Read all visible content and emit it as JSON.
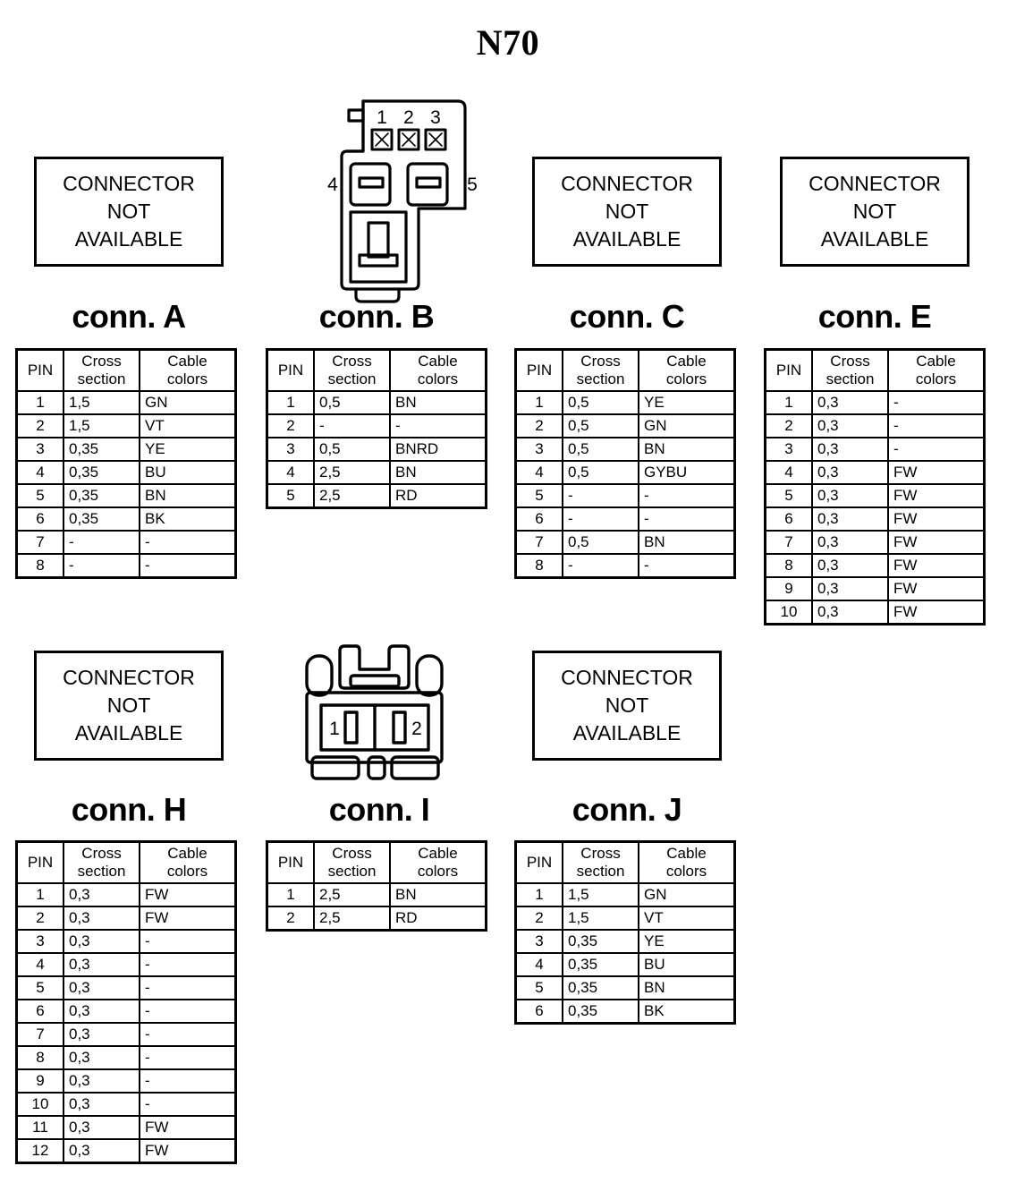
{
  "title": "N70",
  "not_available_text": {
    "line1": "CONNECTOR",
    "line2": "NOT",
    "line3": "AVAILABLE"
  },
  "table_headers": {
    "pin": "PIN",
    "cross": "Cross",
    "section": "section",
    "cable": "Cable",
    "colors": "colors"
  },
  "connectors": [
    {
      "id": "A",
      "caption": "conn. A",
      "image": "not-available",
      "rows": [
        {
          "pin": "1",
          "cross_section": "1,5",
          "cable_color": "GN"
        },
        {
          "pin": "2",
          "cross_section": "1,5",
          "cable_color": "VT"
        },
        {
          "pin": "3",
          "cross_section": "0,35",
          "cable_color": "YE"
        },
        {
          "pin": "4",
          "cross_section": "0,35",
          "cable_color": "BU"
        },
        {
          "pin": "5",
          "cross_section": "0,35",
          "cable_color": "BN"
        },
        {
          "pin": "6",
          "cross_section": "0,35",
          "cable_color": "BK"
        },
        {
          "pin": "7",
          "cross_section": "-",
          "cable_color": "-"
        },
        {
          "pin": "8",
          "cross_section": "-",
          "cable_color": "-"
        }
      ]
    },
    {
      "id": "B",
      "caption": "conn. B",
      "image": "connector-drawing",
      "drawing_pin_labels": [
        "1",
        "2",
        "3",
        "4",
        "5"
      ],
      "rows": [
        {
          "pin": "1",
          "cross_section": "0,5",
          "cable_color": "BN"
        },
        {
          "pin": "2",
          "cross_section": "-",
          "cable_color": "-"
        },
        {
          "pin": "3",
          "cross_section": "0,5",
          "cable_color": "BNRD"
        },
        {
          "pin": "4",
          "cross_section": "2,5",
          "cable_color": "BN"
        },
        {
          "pin": "5",
          "cross_section": "2,5",
          "cable_color": "RD"
        }
      ]
    },
    {
      "id": "C",
      "caption": "conn. C",
      "image": "not-available",
      "rows": [
        {
          "pin": "1",
          "cross_section": "0,5",
          "cable_color": "YE"
        },
        {
          "pin": "2",
          "cross_section": "0,5",
          "cable_color": "GN"
        },
        {
          "pin": "3",
          "cross_section": "0,5",
          "cable_color": "BN"
        },
        {
          "pin": "4",
          "cross_section": "0,5",
          "cable_color": "GYBU"
        },
        {
          "pin": "5",
          "cross_section": "-",
          "cable_color": "-"
        },
        {
          "pin": "6",
          "cross_section": "-",
          "cable_color": "-"
        },
        {
          "pin": "7",
          "cross_section": "0,5",
          "cable_color": "BN"
        },
        {
          "pin": "8",
          "cross_section": "-",
          "cable_color": "-"
        }
      ]
    },
    {
      "id": "E",
      "caption": "conn. E",
      "image": "not-available",
      "rows": [
        {
          "pin": "1",
          "cross_section": "0,3",
          "cable_color": "-"
        },
        {
          "pin": "2",
          "cross_section": "0,3",
          "cable_color": "-"
        },
        {
          "pin": "3",
          "cross_section": "0,3",
          "cable_color": "-"
        },
        {
          "pin": "4",
          "cross_section": "0,3",
          "cable_color": "FW"
        },
        {
          "pin": "5",
          "cross_section": "0,3",
          "cable_color": "FW"
        },
        {
          "pin": "6",
          "cross_section": "0,3",
          "cable_color": "FW"
        },
        {
          "pin": "7",
          "cross_section": "0,3",
          "cable_color": "FW"
        },
        {
          "pin": "8",
          "cross_section": "0,3",
          "cable_color": "FW"
        },
        {
          "pin": "9",
          "cross_section": "0,3",
          "cable_color": "FW"
        },
        {
          "pin": "10",
          "cross_section": "0,3",
          "cable_color": "FW"
        }
      ]
    },
    {
      "id": "H",
      "caption": "conn. H",
      "image": "not-available",
      "rows": [
        {
          "pin": "1",
          "cross_section": "0,3",
          "cable_color": "FW"
        },
        {
          "pin": "2",
          "cross_section": "0,3",
          "cable_color": "FW"
        },
        {
          "pin": "3",
          "cross_section": "0,3",
          "cable_color": "-"
        },
        {
          "pin": "4",
          "cross_section": "0,3",
          "cable_color": "-"
        },
        {
          "pin": "5",
          "cross_section": "0,3",
          "cable_color": "-"
        },
        {
          "pin": "6",
          "cross_section": "0,3",
          "cable_color": "-"
        },
        {
          "pin": "7",
          "cross_section": "0,3",
          "cable_color": "-"
        },
        {
          "pin": "8",
          "cross_section": "0,3",
          "cable_color": "-"
        },
        {
          "pin": "9",
          "cross_section": "0,3",
          "cable_color": "-"
        },
        {
          "pin": "10",
          "cross_section": "0,3",
          "cable_color": "-"
        },
        {
          "pin": "11",
          "cross_section": "0,3",
          "cable_color": "FW"
        },
        {
          "pin": "12",
          "cross_section": "0,3",
          "cable_color": "FW"
        }
      ]
    },
    {
      "id": "I",
      "caption": "conn. I",
      "image": "connector-drawing",
      "drawing_pin_labels": [
        "1",
        "2"
      ],
      "rows": [
        {
          "pin": "1",
          "cross_section": "2,5",
          "cable_color": "BN"
        },
        {
          "pin": "2",
          "cross_section": "2,5",
          "cable_color": "RD"
        }
      ]
    },
    {
      "id": "J",
      "caption": "conn. J",
      "image": "not-available",
      "rows": [
        {
          "pin": "1",
          "cross_section": "1,5",
          "cable_color": "GN"
        },
        {
          "pin": "2",
          "cross_section": "1,5",
          "cable_color": "VT"
        },
        {
          "pin": "3",
          "cross_section": "0,35",
          "cable_color": "YE"
        },
        {
          "pin": "4",
          "cross_section": "0,35",
          "cable_color": "BU"
        },
        {
          "pin": "5",
          "cross_section": "0,35",
          "cable_color": "BN"
        },
        {
          "pin": "6",
          "cross_section": "0,35",
          "cable_color": "BK"
        }
      ]
    }
  ],
  "colors": {
    "ink": "#000000",
    "paper": "#ffffff"
  }
}
